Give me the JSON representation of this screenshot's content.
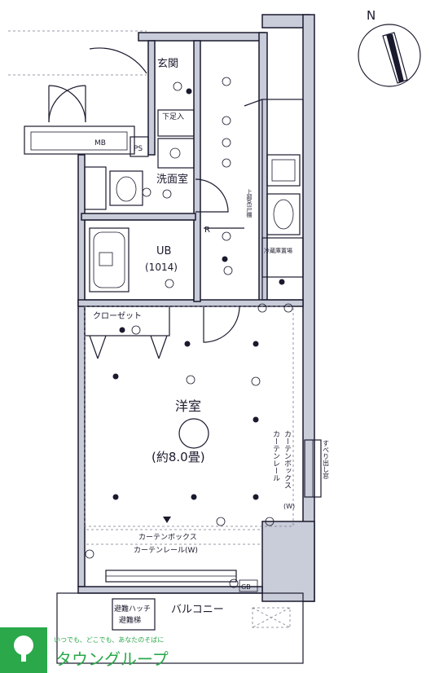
{
  "rooms": {
    "entrance": "玄関",
    "shoe_box": "下足入",
    "washroom": "洗面室",
    "bath": "UB",
    "bath_size": "(1014)",
    "closet": "クローゼット",
    "western_room": "洋室",
    "western_room_size": "(約8.0畳)",
    "balcony": "バルコニー",
    "mb": "MB",
    "ps": "PS"
  },
  "labels": {
    "kitchen_upper": "上部吊戸棚",
    "fridge": "冷蔵庫置場",
    "window_right": "すべり出し窓",
    "curtain_right_1": "カーテンレール",
    "curtain_right_2": "カーテンボックス",
    "curtain_right_w": "(W)",
    "curtain_bottom_1": "カーテンボックス",
    "curtain_bottom_2": "カーテンレール(W)",
    "hatch_1": "避難ハッチ",
    "hatch_2": "避難梯",
    "r_mark": "R",
    "gb": "GB"
  },
  "compass": {
    "north": "N"
  },
  "branding": {
    "tagline": "いつでも、どこでも、あなたのそばに",
    "company": "タウングループ"
  },
  "colors": {
    "wall": "#c9ccd9",
    "ink": "#1a1a2e",
    "logo": "#2aa84a"
  }
}
